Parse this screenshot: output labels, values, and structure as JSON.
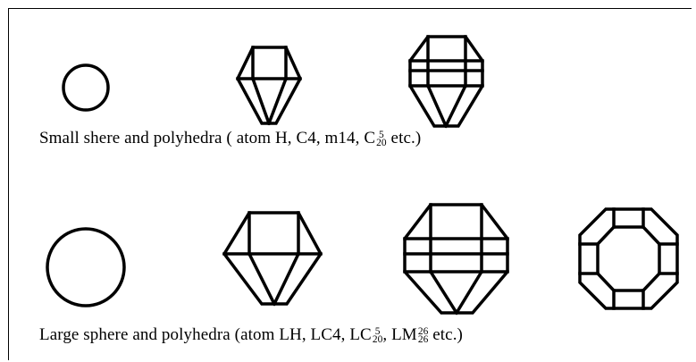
{
  "captions": {
    "small": {
      "text": "Small shere and polyhedra ( atom H, C4,  m14,  C",
      "sup": "5",
      "sub": "20",
      "tail": " etc.)"
    },
    "large": {
      "text": "Large sphere and polyhedra (atom LH,  LC4,  LC",
      "lc_sup": "5",
      "lc_sub": "20",
      "mid": ",  LM",
      "lm_sup": "26",
      "lm_sub": "26",
      "tail": " etc.)"
    }
  },
  "figures": {
    "small_row": [
      "sphere",
      "hexagonal-polyhedron",
      "banded-polyhedron"
    ],
    "large_row": [
      "sphere",
      "hexagonal-polyhedron",
      "banded-polyhedron",
      "octagonal-ring"
    ]
  },
  "colors": {
    "stroke": "#000000",
    "background": "#ffffff"
  }
}
